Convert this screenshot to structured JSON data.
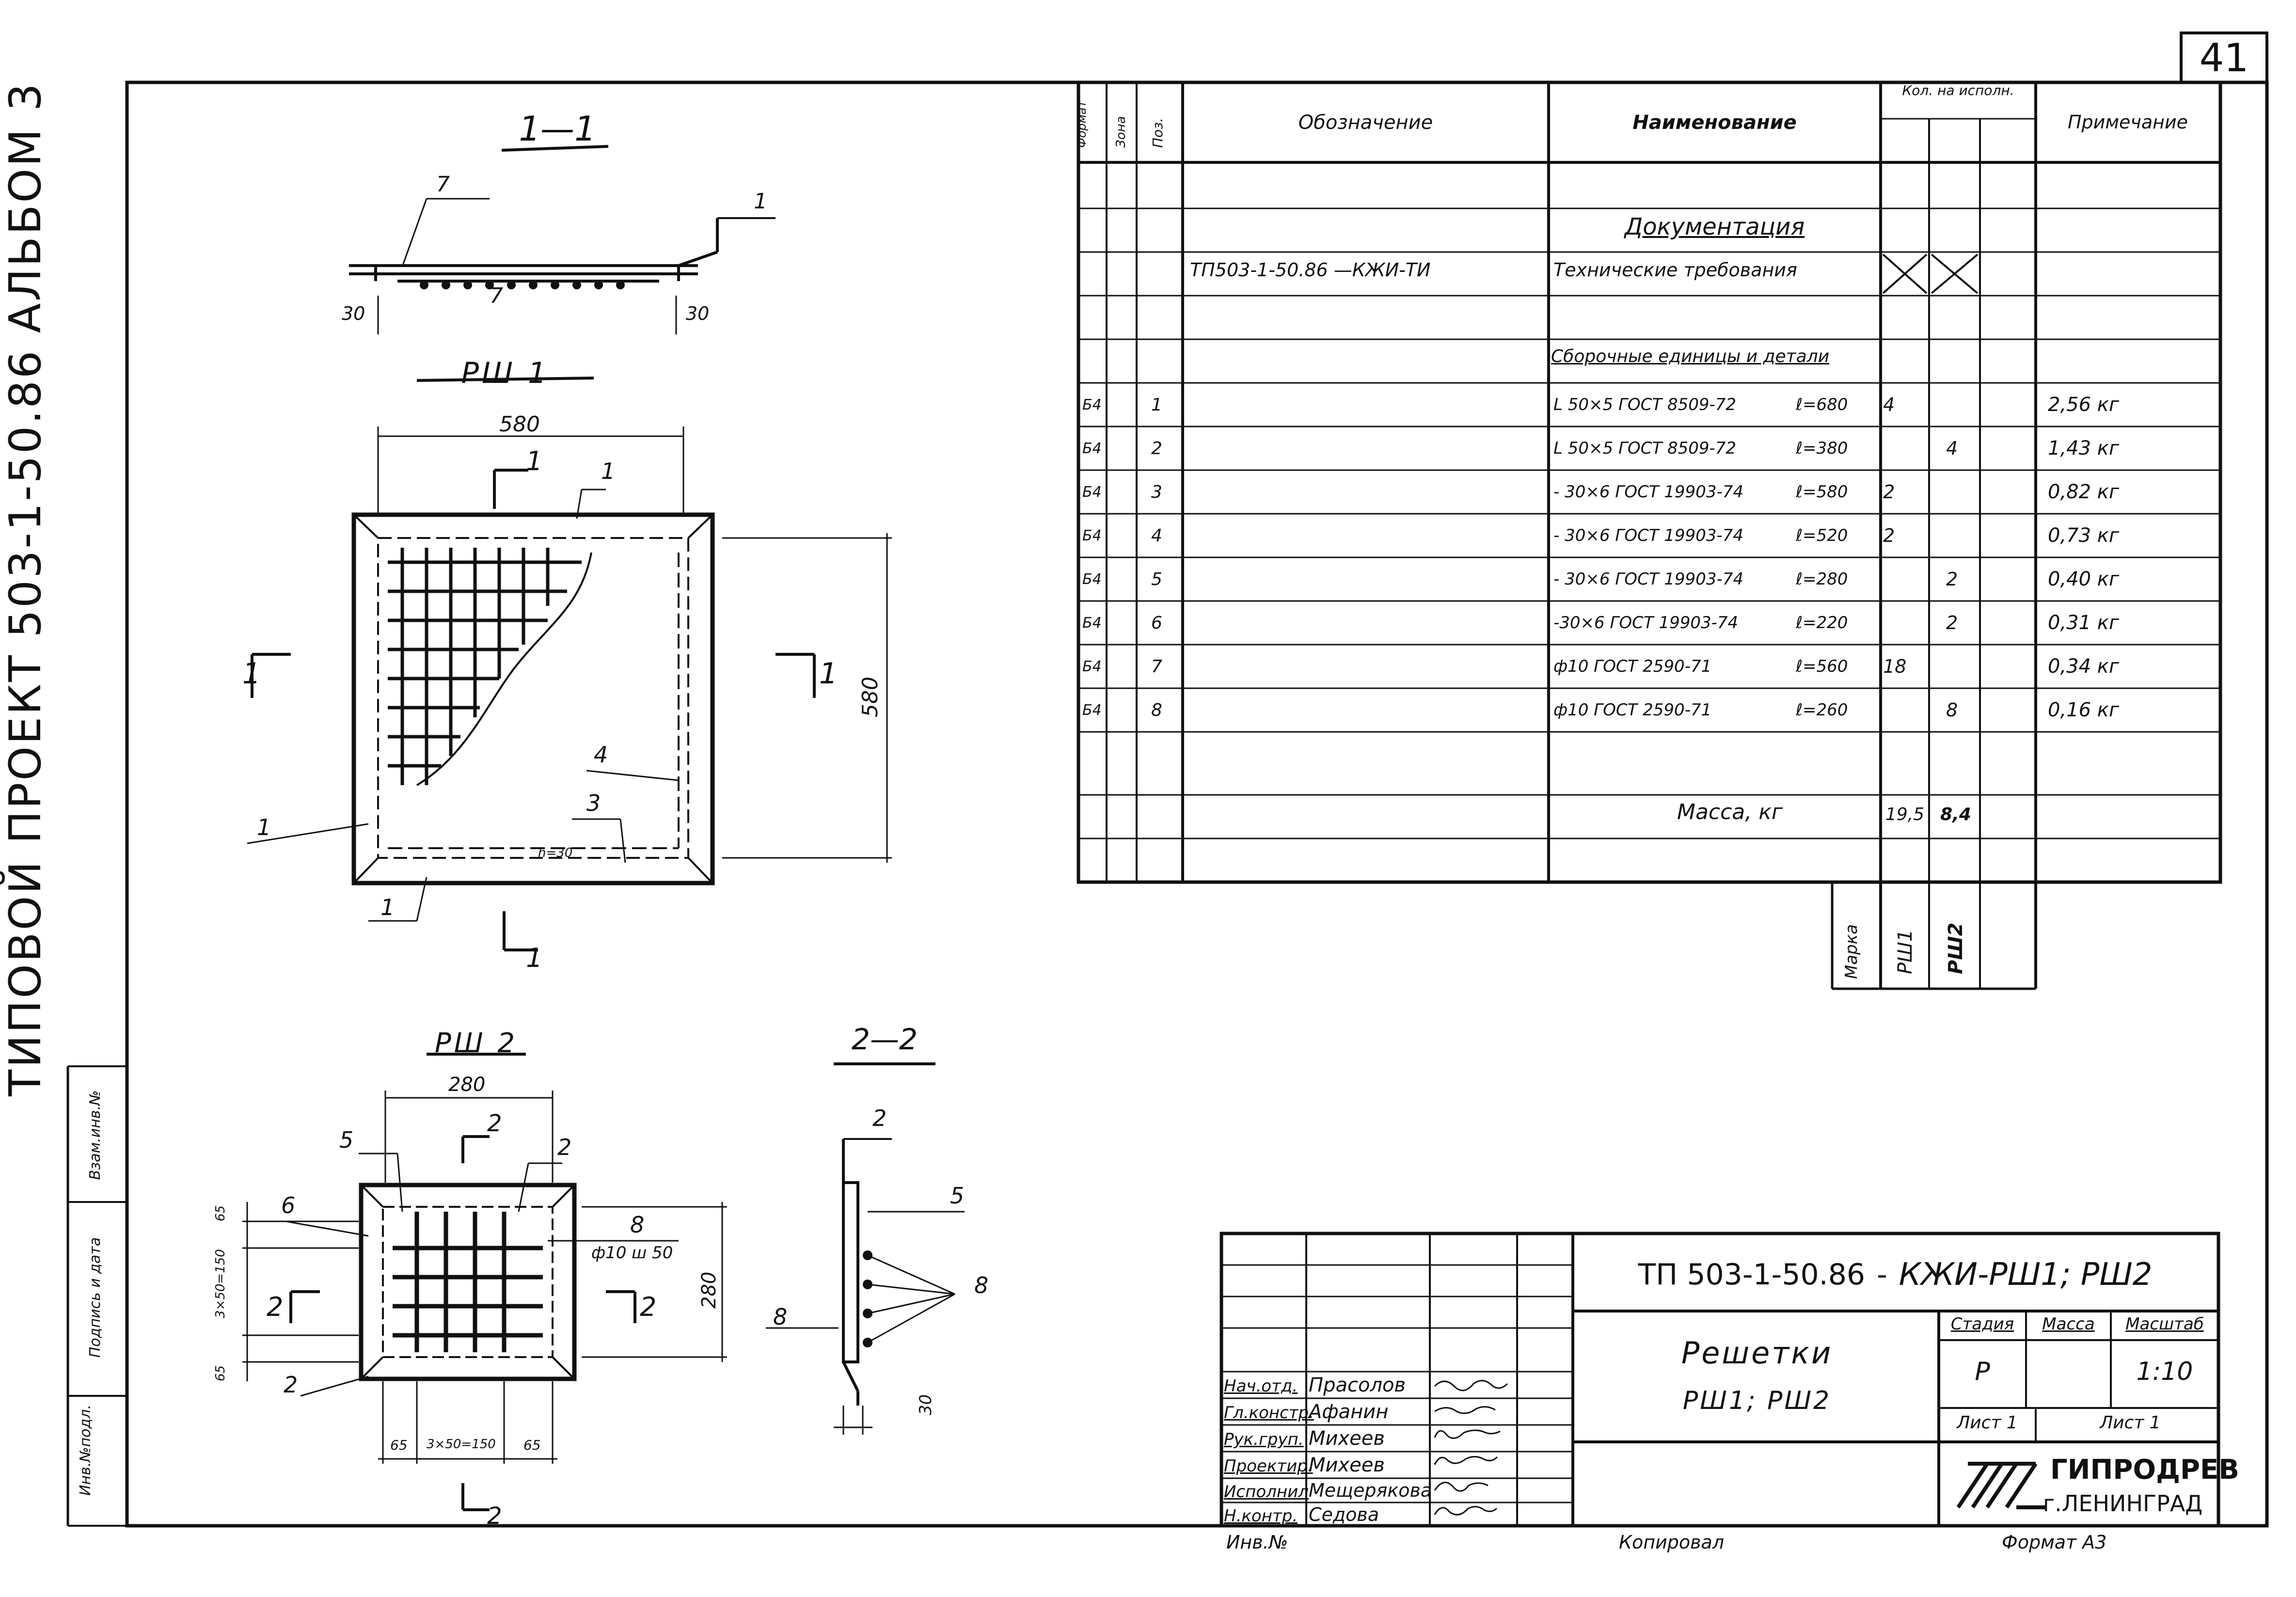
{
  "sheet_number": "41",
  "side_title": "ТИПОВОЙ ПРОЕКТ 503-1-50.86 АЛЬБОМ 3",
  "side_stamp_labels": [
    "Инв.№подл.",
    "Подпись и дата",
    "Взам.инв.№"
  ],
  "views": {
    "section_1_1": {
      "title": "1—1",
      "callouts": [
        "7",
        "7",
        "1"
      ],
      "dims": [
        "30",
        "30"
      ]
    },
    "rsh1": {
      "title": "РШ 1",
      "width": "580",
      "height": "580",
      "cut_mark": "1",
      "callouts": [
        "1",
        "1",
        "1",
        "3",
        "4"
      ],
      "weld_note": "h=30"
    },
    "rsh2": {
      "title": "РШ 2",
      "width": "280",
      "height": "280",
      "cut_mark": "2",
      "callouts": [
        "5",
        "2",
        "6",
        "8",
        "2"
      ],
      "rebar_note": "ф10 ш 50",
      "dims_left": [
        "65",
        "3×50=150",
        "65"
      ],
      "dims_bottom": [
        "65",
        "3×50=150",
        "65"
      ]
    },
    "section_2_2": {
      "title": "2—2",
      "callouts": [
        "2",
        "5",
        "8",
        "8"
      ],
      "dims": [
        "30"
      ]
    }
  },
  "spec_table": {
    "headers": {
      "format": "Формат",
      "zone": "Зона",
      "pos": "Поз.",
      "designation": "Обозначение",
      "name": "Наименование",
      "qty": "Кол. на исполн.",
      "note": "Примечание"
    },
    "doc_section_title": "Документация",
    "doc_row": {
      "designation": "ТП503-1-50.86 —КЖИ-ТИ",
      "name": "Технические требования"
    },
    "assembly_section_title": "Сборочные единицы и детали",
    "items": [
      {
        "format": "Б4",
        "pos": "1",
        "name": "L 50×5 ГОСТ 8509-72",
        "length": "ℓ=680",
        "q1": "4",
        "q2": "",
        "note": "2,56 кг"
      },
      {
        "format": "Б4",
        "pos": "2",
        "name": "L 50×5 ГОСТ 8509-72",
        "length": "ℓ=380",
        "q1": "",
        "q2": "4",
        "note": "1,43 кг"
      },
      {
        "format": "Б4",
        "pos": "3",
        "name": "- 30×6 ГОСТ 19903-74",
        "length": "ℓ=580",
        "q1": "2",
        "q2": "",
        "note": "0,82 кг"
      },
      {
        "format": "Б4",
        "pos": "4",
        "name": "- 30×6 ГОСТ 19903-74",
        "length": "ℓ=520",
        "q1": "2",
        "q2": "",
        "note": "0,73 кг"
      },
      {
        "format": "Б4",
        "pos": "5",
        "name": "- 30×6 ГОСТ 19903-74",
        "length": "ℓ=280",
        "q1": "",
        "q2": "2",
        "note": "0,40 кг"
      },
      {
        "format": "Б4",
        "pos": "6",
        "name": "-30×6 ГОСТ 19903-74",
        "length": "ℓ=220",
        "q1": "",
        "q2": "2",
        "note": "0,31 кг"
      },
      {
        "format": "Б4",
        "pos": "7",
        "name": "ф10 ГОСТ 2590-71",
        "length": "ℓ=560",
        "q1": "18",
        "q2": "",
        "note": "0,34 кг"
      },
      {
        "format": "Б4",
        "pos": "8",
        "name": "ф10 ГОСТ 2590-71",
        "length": "ℓ=260",
        "q1": "",
        "q2": "8",
        "note": "0,16 кг"
      }
    ],
    "mass_label": "Масса, кг",
    "mass_q1": "19,5",
    "mass_q2": "8,4",
    "mark_label": "Марка",
    "mark_q1": "РШ1",
    "mark_q2": "РШ2"
  },
  "title_block": {
    "code": "ТП 503-1-50.86",
    "code_suffix": "КЖИ-РШ1; РШ2",
    "drawing_name_1": "Решетки",
    "drawing_name_2": "РШ1; РШ2",
    "stage_label": "Стадия",
    "mass_label": "Масса",
    "scale_label": "Масштаб",
    "stage": "Р",
    "scale": "1:10",
    "sheet_label": "Лист 1",
    "sheets_label": "Лист 1",
    "org_name": "ГИПРОДРЕВ",
    "org_city": "г.ЛЕНИНГРАД",
    "staff": [
      {
        "role": "Нач.отд.",
        "name": "Прасолов"
      },
      {
        "role": "Гл.констр.",
        "name": "Афанин"
      },
      {
        "role": "Рук.груп.",
        "name": "Михеев"
      },
      {
        "role": "Проектир.",
        "name": "Михеев"
      },
      {
        "role": "Исполнил",
        "name": "Мещерякова"
      },
      {
        "role": "Н.контр.",
        "name": "Седова"
      }
    ],
    "footer_inv": "Инв.№",
    "footer_copied": "Копировал",
    "footer_format": "Формат А3"
  }
}
